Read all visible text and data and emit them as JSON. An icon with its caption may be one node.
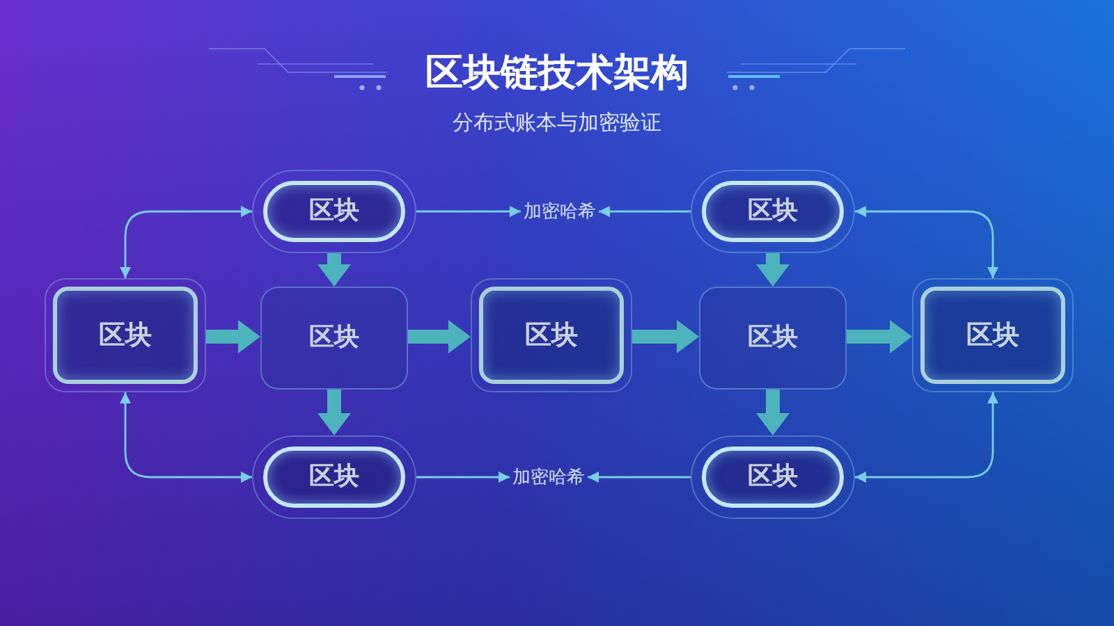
{
  "diagram": {
    "title": "区块链技术架构",
    "nodes": [
      {
        "text": [
          "区块"
        ]
      },
      {
        "text": [
          "加密哈希"
        ]
      },
      {
        "text": [
          "区块"
        ]
      },
      {
        "text": [
          "区块"
        ]
      },
      {
        "text": [
          "区块"
        ]
      },
      {
        "text": [
          "区块"
        ]
      },
      {
        "text": [
          "区块"
        ]
      },
      {
        "text": [
          "区块"
        ]
      },
      {
        "text": [
          "区块"
        ]
      },
      {
        "text": [
          "加密哈希"
        ]
      },
      {
        "text": [
          "区块"
        ]
      }
    ],
    "edges": [
      {
        "from": 0,
        "to": 1,
        "arrow": "to"
      },
      {
        "from": 2,
        "to": 1,
        "arrow": "to"
      },
      {
        "from": 3,
        "to": 0,
        "arrow": "both"
      },
      {
        "from": 7,
        "to": 2,
        "arrow": "both"
      },
      {
        "from": 3,
        "to": 4,
        "arrow": "to",
        "style": "thick"
      },
      {
        "from": 4,
        "to": 5,
        "arrow": "to",
        "style": "thick"
      },
      {
        "from": 5,
        "to": 6,
        "arrow": "to",
        "style": "thick"
      },
      {
        "from": 6,
        "to": 7,
        "arrow": "to",
        "style": "thick"
      },
      {
        "from": 0,
        "to": 4,
        "arrow": "to",
        "style": "thick"
      },
      {
        "from": 2,
        "to": 6,
        "arrow": "to",
        "style": "thick"
      },
      {
        "from": 4,
        "to": 8,
        "arrow": "to",
        "style": "thick"
      },
      {
        "from": 6,
        "to": 10,
        "arrow": "to",
        "style": "thick"
      },
      {
        "from": 3,
        "to": 8,
        "arrow": "both"
      },
      {
        "from": 7,
        "to": 10,
        "arrow": "both"
      },
      {
        "from": 8,
        "to": 9,
        "arrow": "to"
      },
      {
        "from": 10,
        "to": 9,
        "arrow": "to"
      }
    ],
    "labels": [
      "分布式账本与加密验证"
    ]
  }
}
